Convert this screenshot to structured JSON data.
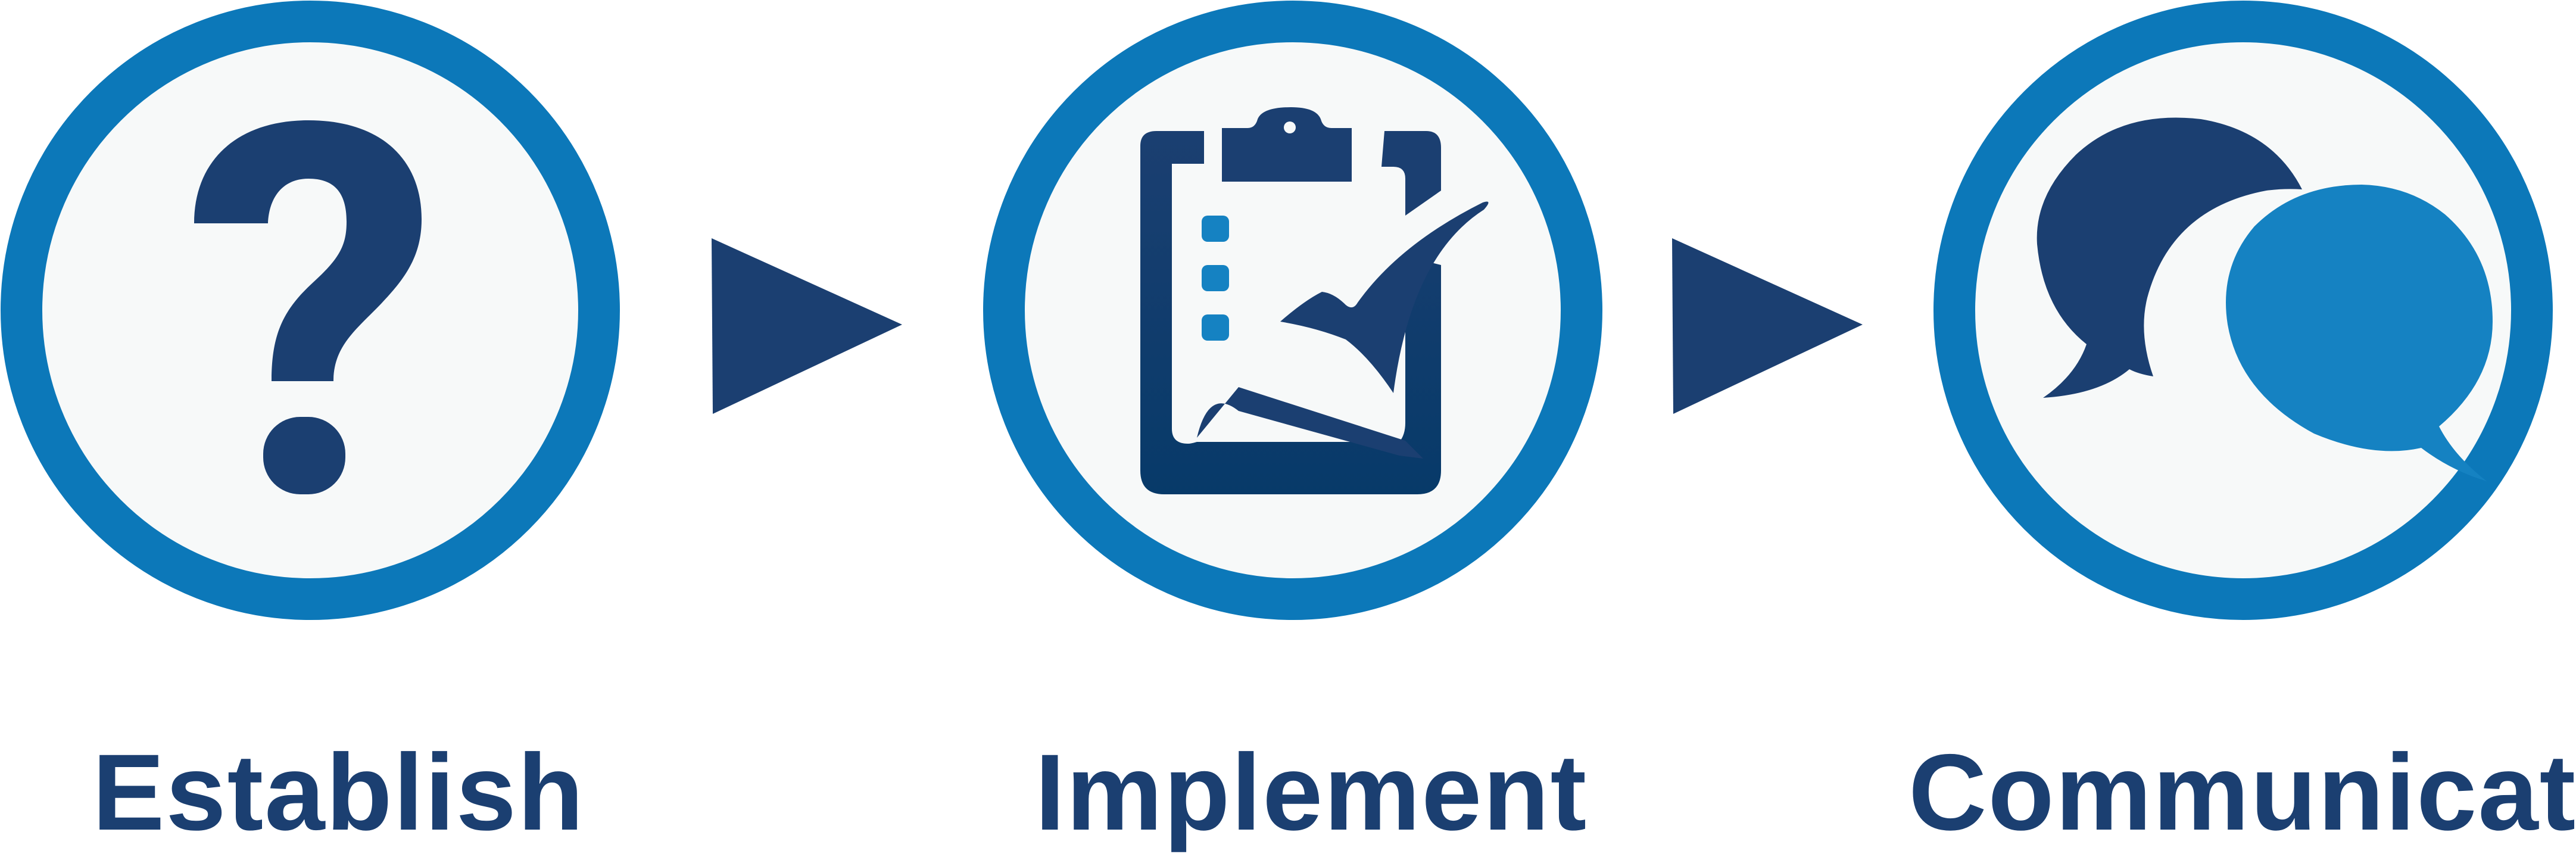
{
  "colors": {
    "ring": "#0c78b9",
    "ring_fill": "#f7f9f9",
    "dark_navy": "#1b3f71",
    "bright_blue": "#1582c2",
    "label_text": "#1b3f71"
  },
  "steps": [
    {
      "label": "Establish",
      "icon": "question-mark-icon"
    },
    {
      "label": "Implement",
      "icon": "clipboard-check-icon"
    },
    {
      "label": "Communicate",
      "icon": "speech-bubbles-icon"
    }
  ],
  "arrows": [
    {
      "icon": "right-triangle-arrow-icon"
    },
    {
      "icon": "right-triangle-arrow-icon"
    }
  ]
}
